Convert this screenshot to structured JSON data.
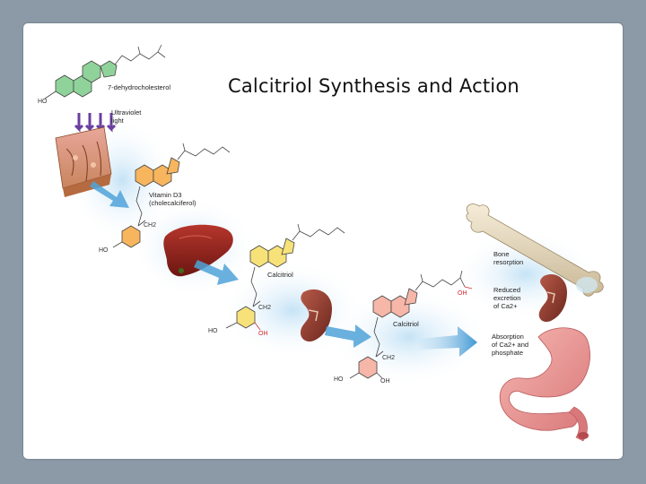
{
  "slide": {
    "title": "Calcitriol Synthesis and Action"
  },
  "labels": {
    "dehydrocholesterol": "7-dehydrocholesterol",
    "uv_line1": "Ultraviolet",
    "uv_line2": "light",
    "vitd_line1": "Vitamin D3",
    "vitd_line2": "(cholecalciferol)",
    "calcitriol_1": "Calcitriol",
    "calcitriol_2": "Calcitriol",
    "bone_line1": "Bone",
    "bone_line2": "resorption",
    "reduced_line1": "Reduced",
    "reduced_line2": "excretion",
    "reduced_line3": "of Ca2+",
    "absorption_line1": "Absorption",
    "absorption_line2": "of Ca2+ and",
    "absorption_line3": "phosphate"
  },
  "chem_groups": {
    "ho_1": "HO",
    "ch2_1": "CH2",
    "ho_2": "HO",
    "ch2_2": "CH2",
    "ho_3": "HO",
    "oh_3": "OH",
    "oh_4": "OH",
    "ch2_4": "CH2",
    "ho_4": "HO",
    "oh_4b": "OH"
  },
  "colors": {
    "ring_green": "#8fd39a",
    "ring_orange": "#f7b55e",
    "ring_yellow": "#f7e27a",
    "ring_pink": "#f6b6a8",
    "arrow_blue": "#4fa2d8",
    "hydroxyl_red": "#d42a2a"
  },
  "icons": [
    "skin-icon",
    "liver-icon",
    "kidney-icon",
    "bone-icon",
    "stomach-intestine-icon",
    "sunlight-arrows-icon"
  ]
}
